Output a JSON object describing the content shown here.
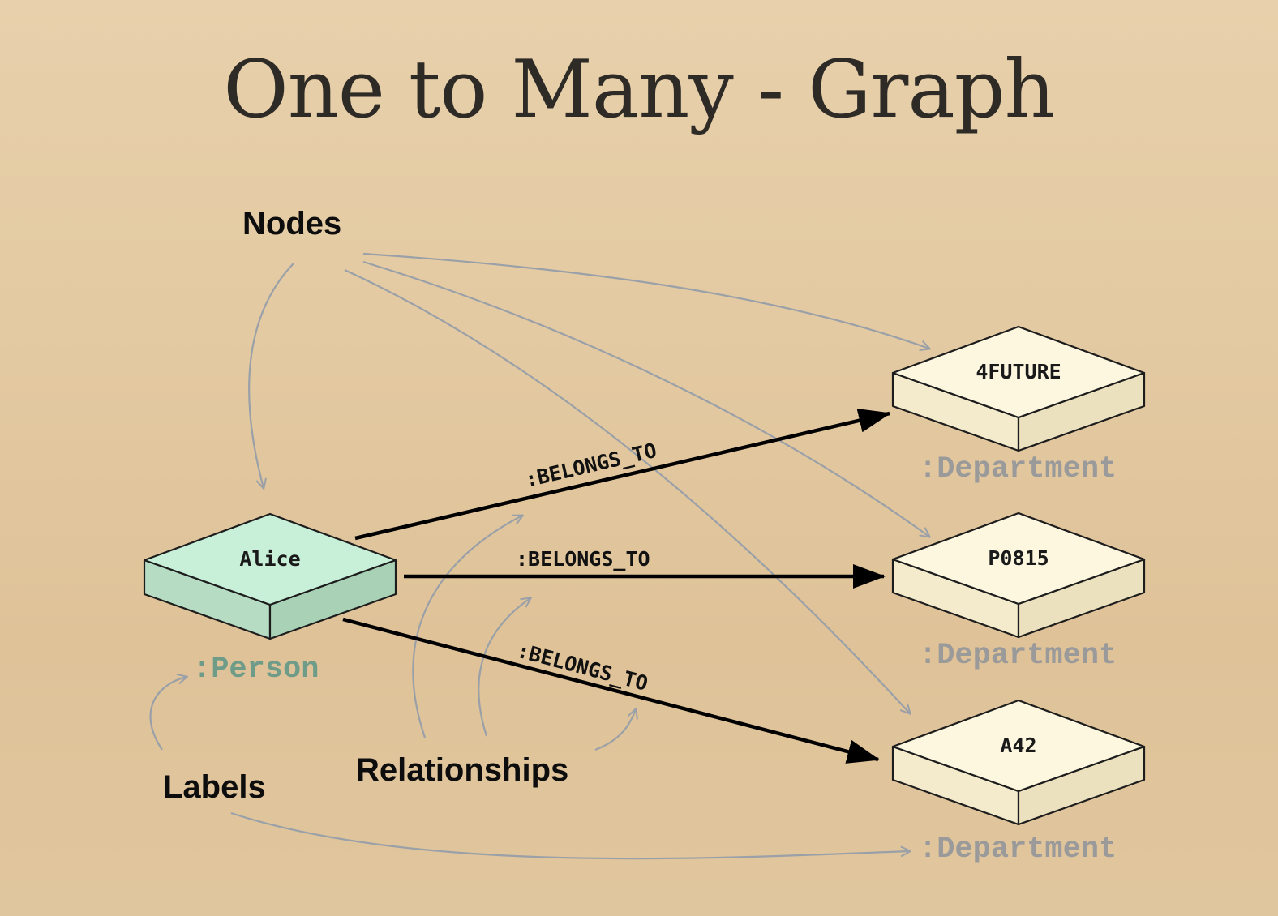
{
  "title": "One to Many - Graph",
  "callouts": {
    "nodes": "Nodes",
    "relationships": "Relationships",
    "labels": "Labels"
  },
  "person_node": {
    "name": "Alice",
    "label": ":Person",
    "face_color": "#c8f0d8",
    "label_color": "#6f9c88"
  },
  "department_nodes": [
    {
      "name": "4FUTURE",
      "label": ":Department"
    },
    {
      "name": "P0815",
      "label": ":Department"
    },
    {
      "name": "A42",
      "label": ":Department"
    }
  ],
  "department_face_color": "#fdf7e0",
  "department_label_color": "#9a9a9a",
  "relationships": [
    {
      "type": ":BELONGS_TO",
      "from": "Alice",
      "to": "4FUTURE"
    },
    {
      "type": ":BELONGS_TO",
      "from": "Alice",
      "to": "P0815"
    },
    {
      "type": ":BELONGS_TO",
      "from": "Alice",
      "to": "A42"
    }
  ],
  "pointer_color": "#9aa0a8"
}
